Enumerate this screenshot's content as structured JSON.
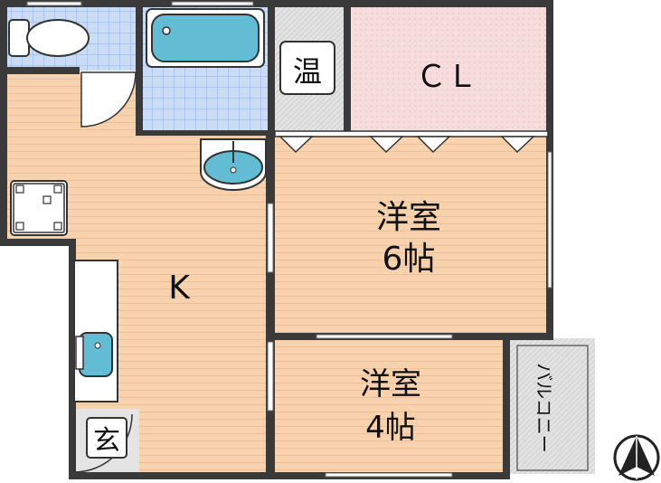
{
  "rooms": {
    "kitchen": {
      "label": "K"
    },
    "western_6": {
      "label": "洋室",
      "size": "6帖"
    },
    "western_4": {
      "label": "洋室",
      "size": "4帖"
    },
    "closet": {
      "label": "ＣＬ"
    },
    "water_heater": {
      "label": "温"
    },
    "balcony": {
      "label": "バルコニー"
    },
    "entrance": {
      "label": "玄"
    }
  },
  "colors": {
    "wall": "#3a3a3a",
    "wood_floor": "#f8d2ad",
    "wood_line": "#f2bf92",
    "tile_floor": "#b7cff0",
    "tile_line": "#8fb1e6",
    "closet_floor": "#f6dcdc",
    "fixture_blue": "#62bcd4",
    "balcony_floor": "#e0e0e0"
  },
  "icons": {
    "toilet": "toilet-icon",
    "bathtub": "bathtub-icon",
    "washbasin": "washbasin-icon",
    "kitchen_sink": "kitchen-sink-icon",
    "fridge": "fridge-space-icon",
    "compass": "north-arrow-icon"
  }
}
